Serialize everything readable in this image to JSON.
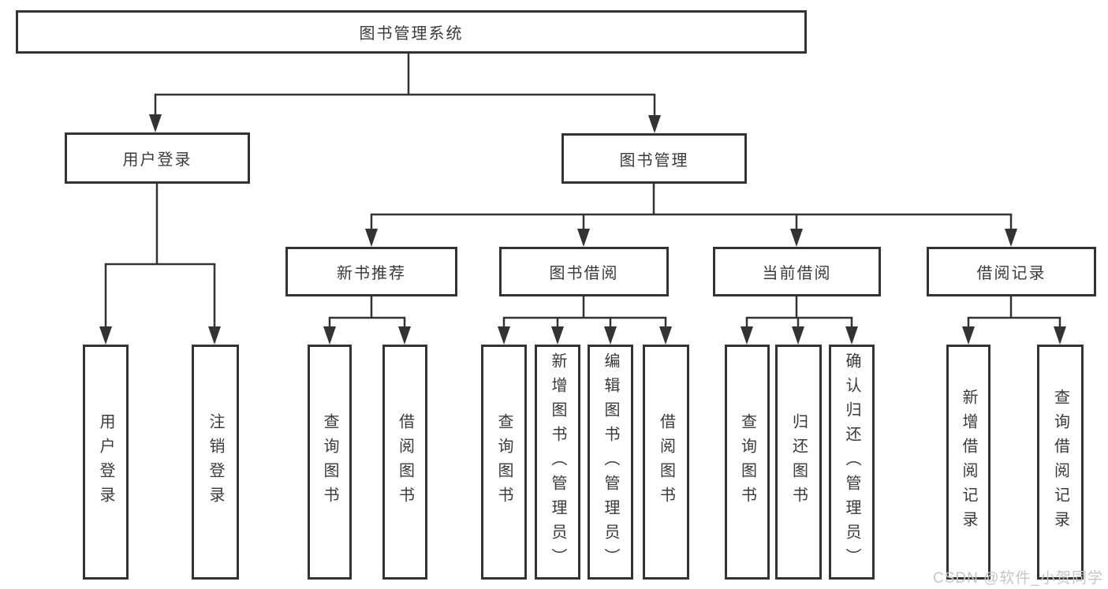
{
  "diagram": {
    "title_node": {
      "label": "图书管理系统"
    },
    "level2": [
      {
        "label": "用户登录"
      },
      {
        "label": "图书管理"
      }
    ],
    "level3": [
      {
        "label": "新书推荐"
      },
      {
        "label": "图书借阅"
      },
      {
        "label": "当前借阅"
      },
      {
        "label": "借阅记录"
      }
    ],
    "leaves": [
      {
        "label": "用户登录"
      },
      {
        "label": "注销登录"
      },
      {
        "label": "查询图书"
      },
      {
        "label": "借阅图书"
      },
      {
        "label": "查询图书"
      },
      {
        "label": "新增图书（管理员）"
      },
      {
        "label": "编辑图书（管理员）"
      },
      {
        "label": "借阅图书"
      },
      {
        "label": "查询图书"
      },
      {
        "label": "归还图书"
      },
      {
        "label": "确认归还（管理员）"
      },
      {
        "label": "新增借阅记录"
      },
      {
        "label": "查询借阅记录"
      }
    ],
    "colors": {
      "border": "#333333",
      "line": "#333333",
      "text": "#3a3a3a",
      "watermark": "#c6c6c6"
    }
  },
  "watermark": {
    "text": "CSDN @软件_小贺同学"
  }
}
